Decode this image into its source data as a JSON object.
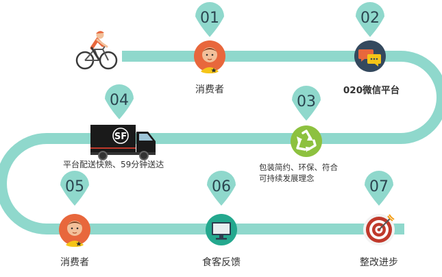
{
  "colors": {
    "road": "#8fd8cc",
    "road_edge": "#7cc9bd",
    "pin": "#8fd8cc",
    "pin_text": "#2b4550",
    "face_bg": "#e8673c",
    "chat_bg": "#34495e",
    "recycle_bg": "#8dc13f",
    "monitor_bg": "#24a88e",
    "target_bg": "#f3f3f3",
    "truck": "#1a1a1a"
  },
  "steps": [
    {
      "number": "01",
      "icon": "consumer-face-icon",
      "label": "消费者"
    },
    {
      "number": "02",
      "icon": "chat-bubbles-icon",
      "label": "020微信平台"
    },
    {
      "number": "03",
      "icon": "recycle-icon",
      "label_line1": "包装简约、环保、符合",
      "label_line2": "可持续发展理念"
    },
    {
      "number": "04",
      "icon": "delivery-truck-icon",
      "label": "平台配送快熟、59分钟送达",
      "truck_logo": "SF"
    },
    {
      "number": "05",
      "icon": "consumer-face-icon",
      "label": "消费者"
    },
    {
      "number": "06",
      "icon": "monitor-icon",
      "label": "食客反馈"
    },
    {
      "number": "07",
      "icon": "target-arrow-icon",
      "label": "整改进步"
    }
  ],
  "start_icon": "cyclist-icon"
}
